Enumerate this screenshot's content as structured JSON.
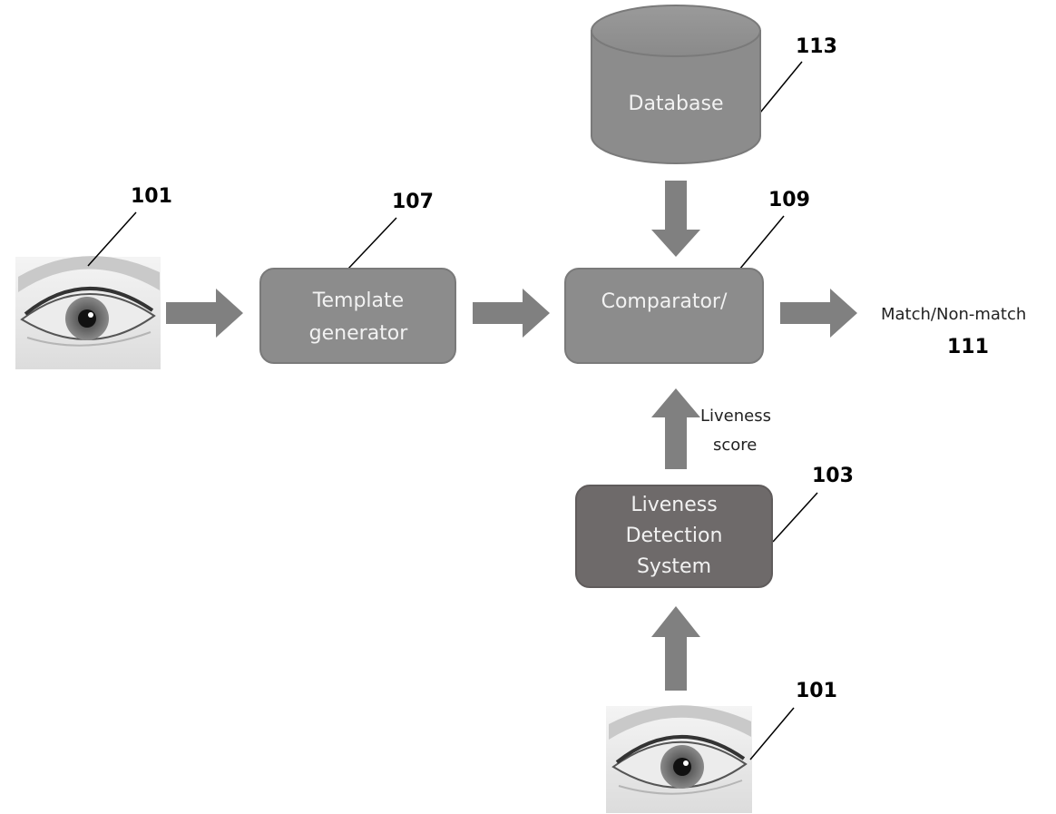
{
  "colors": {
    "box_fill": "#8c8c8c",
    "box_stroke": "#7a7a7a",
    "liveness_box_fill": "#6e6a6a",
    "arrow_fill": "#808080",
    "label_text": "#f2f2f2"
  },
  "input_image": {
    "ref": "101",
    "icon": "eye-photo"
  },
  "liveness_input_image": {
    "ref": "101",
    "icon": "eye-photo"
  },
  "template_generator": {
    "line1": "Template",
    "line2": "generator",
    "ref": "107"
  },
  "comparator": {
    "label": "Comparator/",
    "ref": "109"
  },
  "database": {
    "label": "Database",
    "ref": "113",
    "icon": "database-cylinder"
  },
  "liveness_detection": {
    "line1": "Liveness",
    "line2": "Detection",
    "line3": "System",
    "ref": "103"
  },
  "liveness_score_label": {
    "line1": "Liveness",
    "line2": "score"
  },
  "output": {
    "label": "Match/Non-match",
    "ref": "111"
  }
}
